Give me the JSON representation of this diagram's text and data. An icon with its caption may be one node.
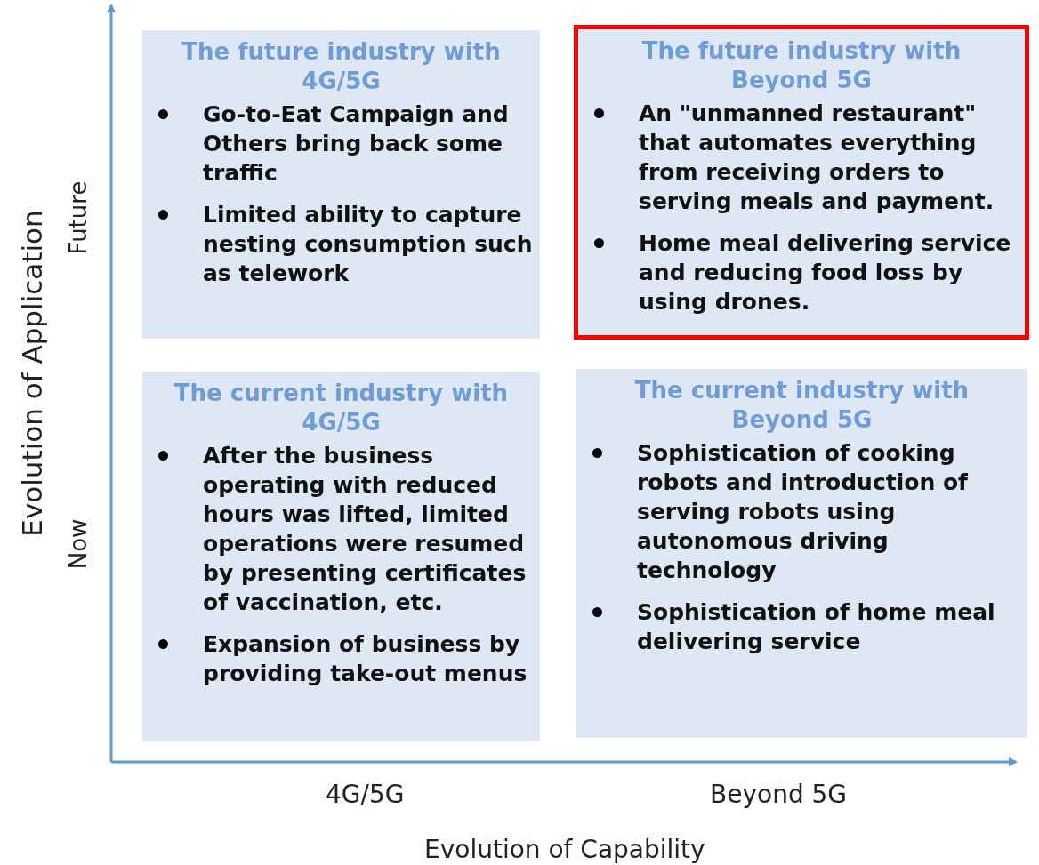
{
  "diagram": {
    "nodes": [
      {
        "text": [
          "The future industry with 4G/5G",
          "Go-to-Eat Campaign and Others bring back some traffic",
          "Limited ability to capture nesting consumption such as telework"
        ]
      },
      {
        "text": [
          "The future industry with Beyond 5G",
          "An \"unmanned restaurant\" that automates everything from receiving orders to serving meals and payment.",
          "Home meal delivering service and reducing food loss by using drones."
        ]
      },
      {
        "text": [
          "The current industry with 4G/5G",
          "After the business operating with reduced hours was lifted, limited operations were resumed by presenting certificates of vaccination, etc.",
          "Expansion of business by providing take-out menus"
        ]
      },
      {
        "text": [
          "The current industry with Beyond 5G",
          "Sophistication of cooking robots and introduction of serving robots using autonomous driving technology",
          "Sophistication of home meal delivering service"
        ]
      }
    ],
    "labels": [
      "Evolution of Application",
      "Future",
      "Now",
      "4G/5G",
      "Beyond 5G",
      "Evolution of Capability"
    ]
  }
}
